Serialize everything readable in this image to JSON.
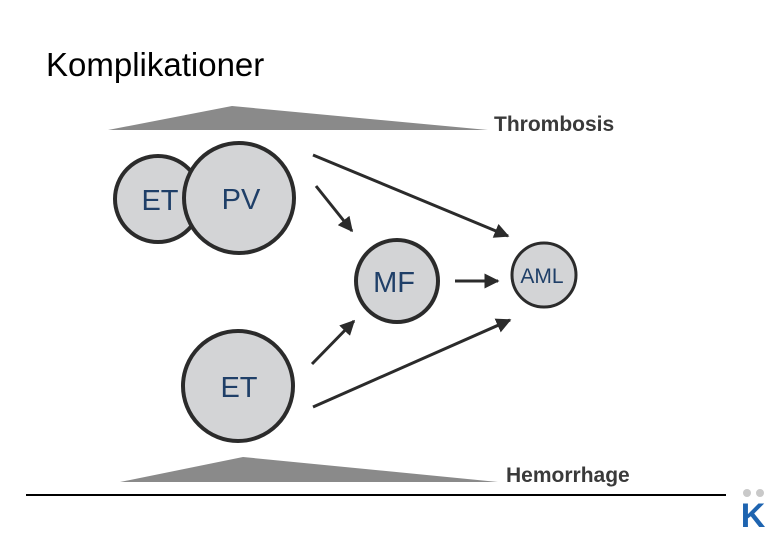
{
  "slide": {
    "title": "Komplikationer"
  },
  "diagram": {
    "top_label": "Thrombosis",
    "bottom_label": "Hemorrhage",
    "nodes": {
      "et_top": "ET",
      "pv": "PV",
      "mf": "MF",
      "aml": "AML",
      "et_bottom": "ET"
    }
  },
  "logo": {
    "letter": "K"
  },
  "colors": {
    "node_fill": "#d3d4d6",
    "node_text": "#1f3f68",
    "triangle": "#8a8a8a",
    "logo": "#1e64b0"
  }
}
